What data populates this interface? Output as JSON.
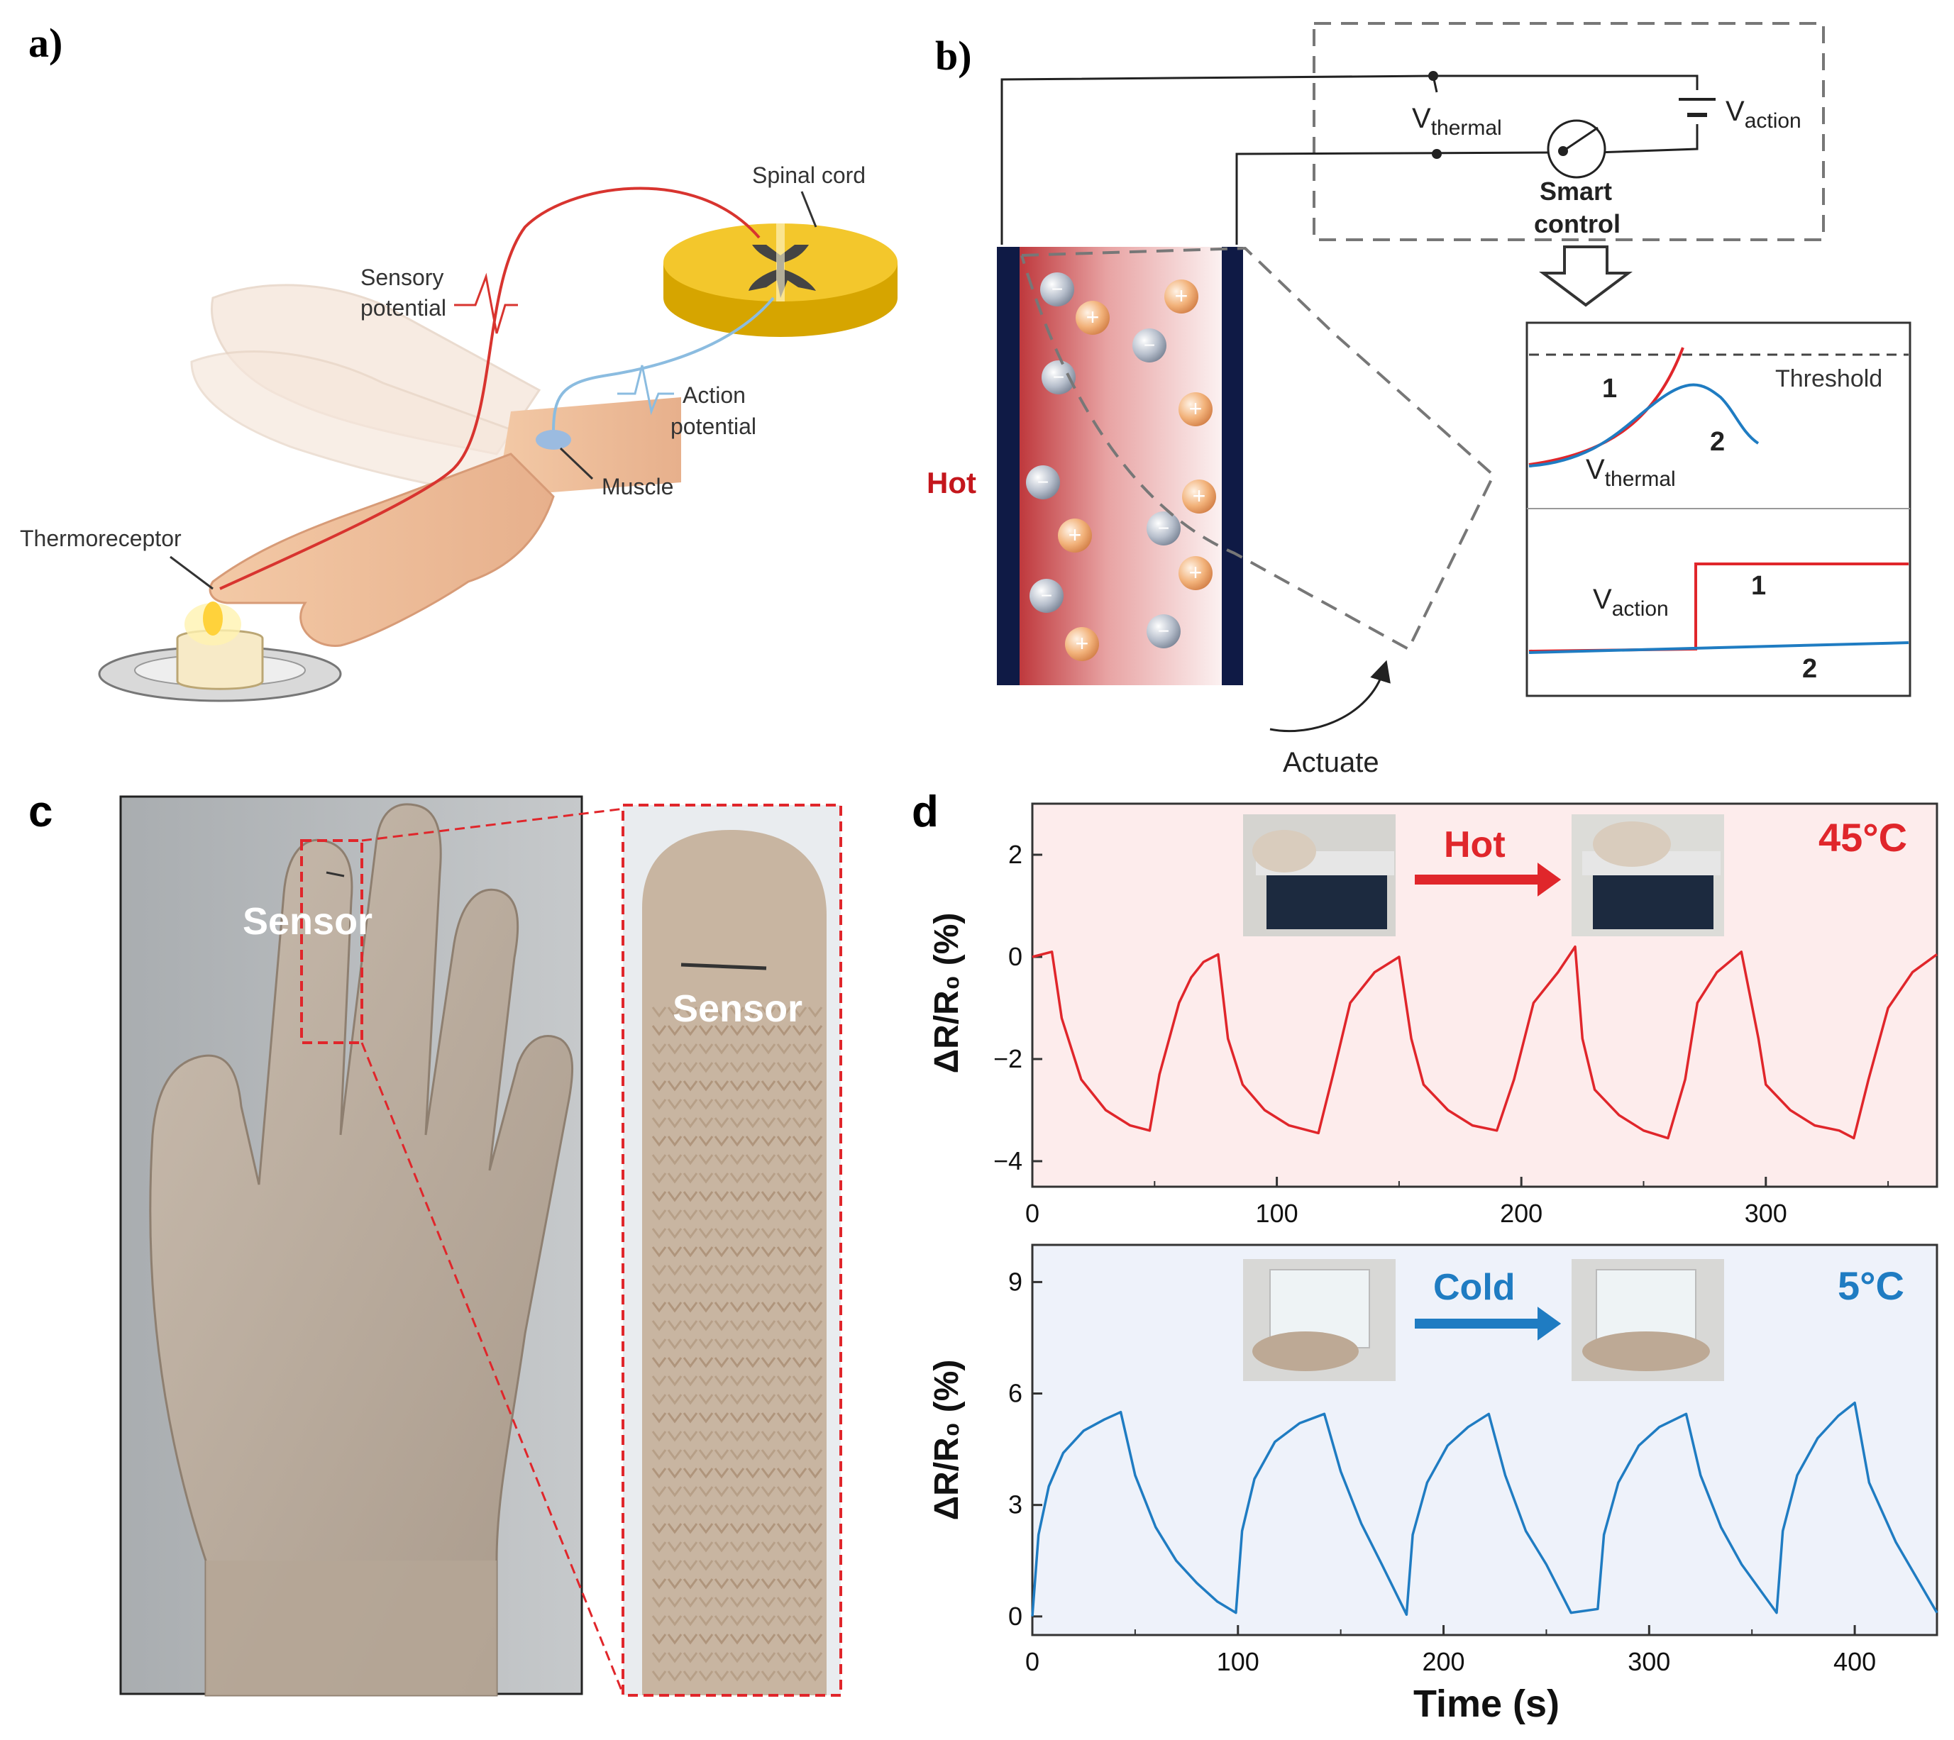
{
  "panel_a": {
    "label": "a)",
    "spinal_cord": "Spinal cord",
    "sensory_line1": "Sensory",
    "sensory_line2": "potential",
    "action_line1": "Action",
    "action_line2": "potential",
    "muscle": "Muscle",
    "thermoreceptor": "Thermoreceptor"
  },
  "panel_b": {
    "label": "b)",
    "v_thermal_main": "V",
    "v_thermal_sub": "thermal",
    "v_action_main": "V",
    "v_action_sub": "action",
    "smart_line1": "Smart",
    "smart_line2": "control",
    "hot": "Hot",
    "actuate": "Actuate",
    "threshold": "Threshold",
    "curve1": "1",
    "curve2": "2",
    "plot_vthermal_main": "V",
    "plot_vthermal_sub": "thermal",
    "plot_vaction_main": "V",
    "plot_vaction_sub": "action",
    "step1": "1",
    "step2": "2",
    "cation_symbol": "+",
    "anion_symbol": "−"
  },
  "panel_c": {
    "label": "c",
    "sensor_left": "Sensor",
    "sensor_right": "Sensor"
  },
  "panel_d": {
    "label": "d",
    "hot_arrow": "Hot",
    "hot_temp": "45°C",
    "cold_arrow": "Cold",
    "cold_temp": "5°C",
    "ylabel": "ΔR/R₀ (%)",
    "xlabel": "Time (s)"
  },
  "colors": {
    "hot_red": "#e0262b",
    "cold_blue": "#1f7cc2",
    "hot_bg": "#fdecec",
    "cold_bg": "#eef2fa",
    "navy": "#0f1a45"
  },
  "chart_data": [
    {
      "type": "line",
      "title": "",
      "xlabel": "",
      "ylabel": "ΔR/R₀ (%)",
      "xlim": [
        0,
        370
      ],
      "ylim": [
        -4.5,
        3
      ],
      "xticks": [
        0,
        100,
        200,
        300
      ],
      "yticks": [
        -4,
        -2,
        0,
        2
      ],
      "annotation": "45°C",
      "series": [
        {
          "color": "#e0262b",
          "x": [
            0,
            8,
            12,
            20,
            30,
            40,
            48,
            52,
            60,
            65,
            70,
            76,
            80,
            86,
            95,
            105,
            117,
            123,
            130,
            140,
            150,
            155,
            160,
            170,
            180,
            190,
            197,
            205,
            215,
            222,
            225,
            230,
            240,
            250,
            260,
            267,
            272,
            280,
            290,
            297,
            300,
            310,
            320,
            330,
            336,
            342,
            350,
            360,
            370
          ],
          "y": [
            0,
            0.1,
            -1.2,
            -2.4,
            -3.0,
            -3.3,
            -3.4,
            -2.3,
            -0.9,
            -0.4,
            -0.1,
            0.05,
            -1.6,
            -2.5,
            -3.0,
            -3.3,
            -3.45,
            -2.3,
            -0.9,
            -0.3,
            0.0,
            -1.6,
            -2.5,
            -3.0,
            -3.3,
            -3.4,
            -2.4,
            -0.9,
            -0.3,
            0.2,
            -1.6,
            -2.6,
            -3.1,
            -3.4,
            -3.55,
            -2.4,
            -0.9,
            -0.3,
            0.1,
            -1.6,
            -2.5,
            -3.0,
            -3.3,
            -3.4,
            -3.55,
            -2.4,
            -1.0,
            -0.3,
            0.05
          ]
        }
      ]
    },
    {
      "type": "line",
      "title": "",
      "xlabel": "Time (s)",
      "ylabel": "ΔR/R₀ (%)",
      "xlim": [
        0,
        440
      ],
      "ylim": [
        -0.5,
        10
      ],
      "xticks": [
        0,
        100,
        200,
        300,
        400
      ],
      "yticks": [
        0,
        3,
        6,
        9
      ],
      "annotation": "5°C",
      "series": [
        {
          "color": "#1f7cc2",
          "x": [
            0,
            3,
            8,
            15,
            25,
            35,
            43,
            50,
            60,
            70,
            80,
            90,
            99,
            102,
            108,
            118,
            130,
            142,
            150,
            160,
            170,
            182,
            185,
            192,
            202,
            212,
            222,
            230,
            240,
            250,
            262,
            275,
            278,
            285,
            295,
            305,
            318,
            325,
            335,
            345,
            362,
            365,
            372,
            382,
            392,
            400,
            407,
            420,
            440
          ],
          "y": [
            0,
            2.2,
            3.5,
            4.4,
            5.0,
            5.3,
            5.5,
            3.8,
            2.4,
            1.5,
            0.9,
            0.4,
            0.1,
            2.3,
            3.7,
            4.7,
            5.2,
            5.45,
            3.9,
            2.5,
            1.4,
            0.05,
            2.2,
            3.6,
            4.6,
            5.1,
            5.45,
            3.8,
            2.3,
            1.4,
            0.1,
            0.2,
            2.2,
            3.6,
            4.6,
            5.1,
            5.45,
            3.8,
            2.4,
            1.4,
            0.1,
            2.3,
            3.8,
            4.8,
            5.4,
            5.75,
            3.6,
            2.0,
            0.1
          ]
        }
      ]
    }
  ]
}
